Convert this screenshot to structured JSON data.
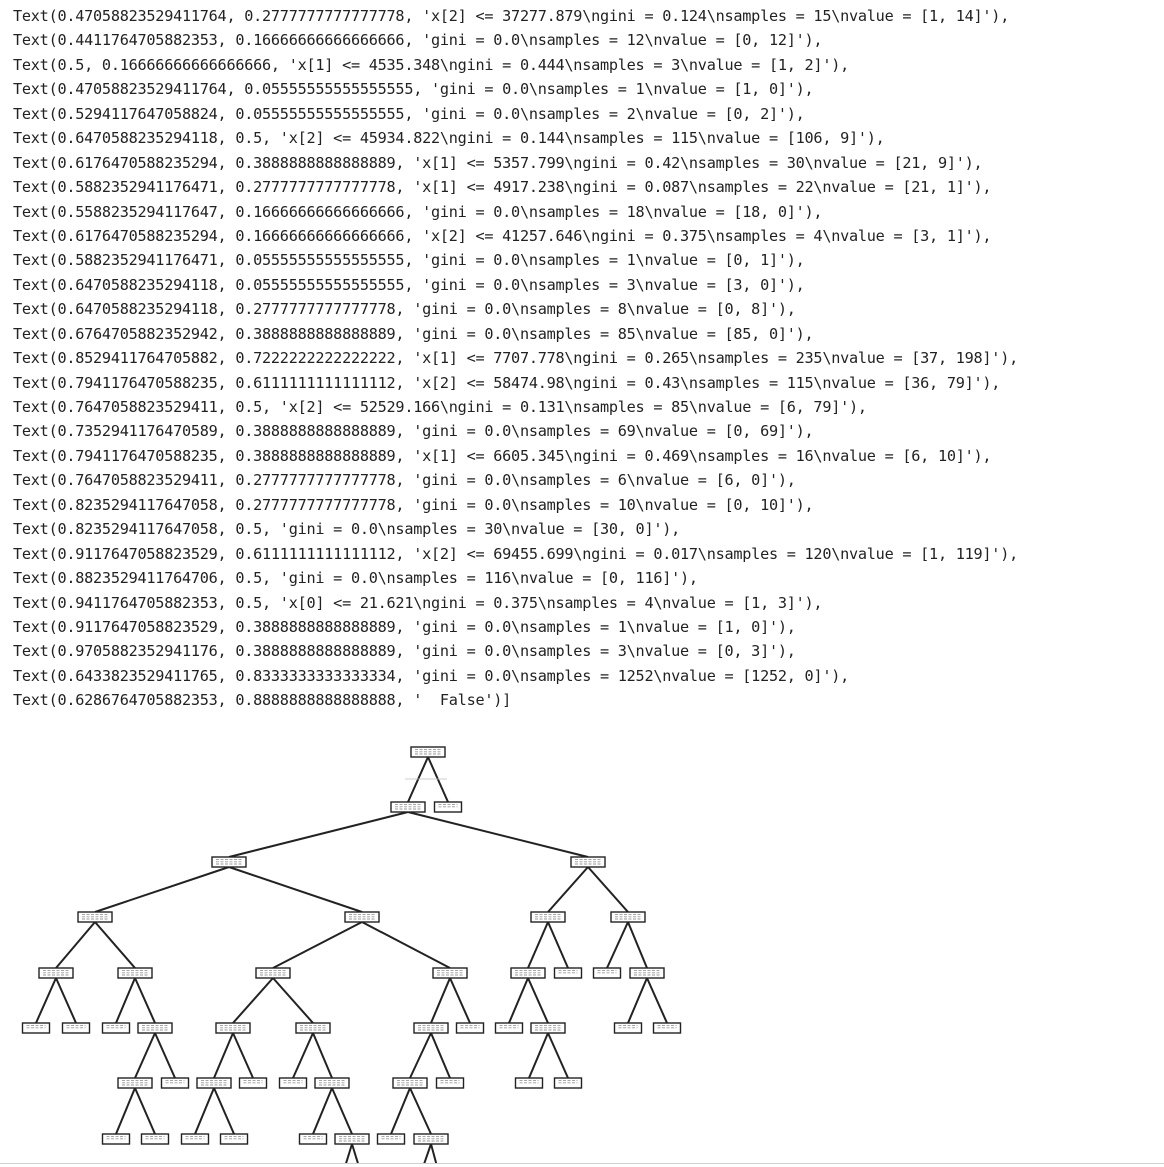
{
  "output_lines": [
    "Text(0.47058823529411764, 0.2777777777777778, 'x[2] <= 37277.879\\ngini = 0.124\\nsamples = 15\\nvalue = [1, 14]'),",
    "Text(0.4411764705882353, 0.16666666666666666, 'gini = 0.0\\nsamples = 12\\nvalue = [0, 12]'),",
    "Text(0.5, 0.16666666666666666, 'x[1] <= 4535.348\\ngini = 0.444\\nsamples = 3\\nvalue = [1, 2]'),",
    "Text(0.47058823529411764, 0.05555555555555555, 'gini = 0.0\\nsamples = 1\\nvalue = [1, 0]'),",
    "Text(0.5294117647058824, 0.05555555555555555, 'gini = 0.0\\nsamples = 2\\nvalue = [0, 2]'),",
    "Text(0.6470588235294118, 0.5, 'x[2] <= 45934.822\\ngini = 0.144\\nsamples = 115\\nvalue = [106, 9]'),",
    "Text(0.6176470588235294, 0.3888888888888889, 'x[1] <= 5357.799\\ngini = 0.42\\nsamples = 30\\nvalue = [21, 9]'),",
    "Text(0.5882352941176471, 0.2777777777777778, 'x[1] <= 4917.238\\ngini = 0.087\\nsamples = 22\\nvalue = [21, 1]'),",
    "Text(0.5588235294117647, 0.16666666666666666, 'gini = 0.0\\nsamples = 18\\nvalue = [18, 0]'),",
    "Text(0.6176470588235294, 0.16666666666666666, 'x[2] <= 41257.646\\ngini = 0.375\\nsamples = 4\\nvalue = [3, 1]'),",
    "Text(0.5882352941176471, 0.05555555555555555, 'gini = 0.0\\nsamples = 1\\nvalue = [0, 1]'),",
    "Text(0.6470588235294118, 0.05555555555555555, 'gini = 0.0\\nsamples = 3\\nvalue = [3, 0]'),",
    "Text(0.6470588235294118, 0.2777777777777778, 'gini = 0.0\\nsamples = 8\\nvalue = [0, 8]'),",
    "Text(0.6764705882352942, 0.3888888888888889, 'gini = 0.0\\nsamples = 85\\nvalue = [85, 0]'),",
    "Text(0.8529411764705882, 0.7222222222222222, 'x[1] <= 7707.778\\ngini = 0.265\\nsamples = 235\\nvalue = [37, 198]'),",
    "Text(0.7941176470588235, 0.6111111111111112, 'x[2] <= 58474.98\\ngini = 0.43\\nsamples = 115\\nvalue = [36, 79]'),",
    "Text(0.7647058823529411, 0.5, 'x[2] <= 52529.166\\ngini = 0.131\\nsamples = 85\\nvalue = [6, 79]'),",
    "Text(0.7352941176470589, 0.3888888888888889, 'gini = 0.0\\nsamples = 69\\nvalue = [0, 69]'),",
    "Text(0.7941176470588235, 0.3888888888888889, 'x[1] <= 6605.345\\ngini = 0.469\\nsamples = 16\\nvalue = [6, 10]'),",
    "Text(0.7647058823529411, 0.2777777777777778, 'gini = 0.0\\nsamples = 6\\nvalue = [6, 0]'),",
    "Text(0.8235294117647058, 0.2777777777777778, 'gini = 0.0\\nsamples = 10\\nvalue = [0, 10]'),",
    "Text(0.8235294117647058, 0.5, 'gini = 0.0\\nsamples = 30\\nvalue = [30, 0]'),",
    "Text(0.9117647058823529, 0.6111111111111112, 'x[2] <= 69455.699\\ngini = 0.017\\nsamples = 120\\nvalue = [1, 119]'),",
    "Text(0.8823529411764706, 0.5, 'gini = 0.0\\nsamples = 116\\nvalue = [0, 116]'),",
    "Text(0.9411764705882353, 0.5, 'x[0] <= 21.621\\ngini = 0.375\\nsamples = 4\\nvalue = [1, 3]'),",
    "Text(0.9117647058823529, 0.3888888888888889, 'gini = 0.0\\nsamples = 1\\nvalue = [1, 0]'),",
    "Text(0.9705882352941176, 0.3888888888888889, 'gini = 0.0\\nsamples = 3\\nvalue = [0, 3]'),",
    "Text(0.6433823529411765, 0.8333333333333334, 'gini = 0.0\\nsamples = 1252\\nvalue = [1252, 0]'),",
    "Text(0.6286764705882353, 0.8888888888888888, '  False')]"
  ],
  "tree_plot": {
    "node_color": "#ffffff",
    "edge_color": "#222222"
  }
}
